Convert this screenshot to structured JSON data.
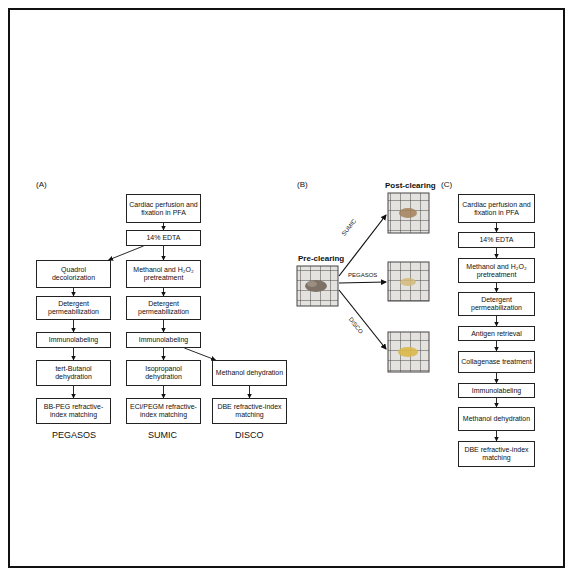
{
  "diagram": {
    "nodes": [
      {
        "text": [
          "Cardiac perfusion and fixation in PFA"
        ]
      },
      {
        "text": [
          "14% EDTA"
        ]
      },
      {
        "text": [
          "Quadrol decolorization"
        ]
      },
      {
        "text": [
          "Methanol and H₂O₂ pretreatment"
        ]
      },
      {
        "text": [
          "Detergent permeabilization"
        ]
      },
      {
        "text": [
          "Detergent permeabilization"
        ]
      },
      {
        "text": [
          "Immunolabeling"
        ]
      },
      {
        "text": [
          "Immunolabeling"
        ]
      },
      {
        "text": [
          "tert-Butanol dehydration"
        ]
      },
      {
        "text": [
          "Isopropanol dehydration"
        ]
      },
      {
        "text": [
          "Methanol dehydration"
        ]
      },
      {
        "text": [
          "BB-PEG refractive-index matching"
        ]
      },
      {
        "text": [
          "ECi/PEGM refractive-index matching"
        ]
      },
      {
        "text": [
          "DBE refractive-index matching"
        ]
      },
      {
        "text": [
          "Cardiac perfusion and fixation in PFA"
        ]
      },
      {
        "text": [
          "14% EDTA"
        ]
      },
      {
        "text": [
          "Methanol and H₂O₂ pretreatment"
        ]
      },
      {
        "text": [
          "Detergent permeabilization"
        ]
      },
      {
        "text": [
          "Antigen retrieval"
        ]
      },
      {
        "text": [
          "Collagenase treatment"
        ]
      },
      {
        "text": [
          "Immunolabeling"
        ]
      },
      {
        "text": [
          "Methanol dehydration"
        ]
      },
      {
        "text": [
          "DBE refractive-index matching"
        ]
      }
    ],
    "edges": [
      {
        "from": 0,
        "to": 1,
        "arrow": "to"
      },
      {
        "from": 1,
        "to": 2,
        "arrow": "to"
      },
      {
        "from": 1,
        "to": 3,
        "arrow": "to"
      },
      {
        "from": 2,
        "to": 4,
        "arrow": "to"
      },
      {
        "from": 3,
        "to": 5,
        "arrow": "to"
      },
      {
        "from": 4,
        "to": 6,
        "arrow": "to"
      },
      {
        "from": 5,
        "to": 7,
        "arrow": "to"
      },
      {
        "from": 6,
        "to": 8,
        "arrow": "to"
      },
      {
        "from": 7,
        "to": 9,
        "arrow": "to"
      },
      {
        "from": 7,
        "to": 10,
        "arrow": "to"
      },
      {
        "from": 8,
        "to": 11,
        "arrow": "to"
      },
      {
        "from": 9,
        "to": 12,
        "arrow": "to"
      },
      {
        "from": 10,
        "to": 13,
        "arrow": "to"
      },
      {
        "from": 14,
        "to": 15,
        "arrow": "to"
      },
      {
        "from": 15,
        "to": 16,
        "arrow": "to"
      },
      {
        "from": 16,
        "to": 17,
        "arrow": "to"
      },
      {
        "from": 17,
        "to": 18,
        "arrow": "to"
      },
      {
        "from": 18,
        "to": 19,
        "arrow": "to"
      },
      {
        "from": 19,
        "to": 20,
        "arrow": "to"
      },
      {
        "from": 20,
        "to": 21,
        "arrow": "to"
      },
      {
        "from": 21,
        "to": 22,
        "arrow": "to"
      }
    ],
    "labels": [
      "(A)",
      "(B)",
      "(C)",
      "PEGASOS",
      "SUMIC",
      "DISCO",
      "Post-clearing",
      "Pre-clearing",
      "SUMIC",
      "PEGASOS",
      "DISCO"
    ]
  }
}
